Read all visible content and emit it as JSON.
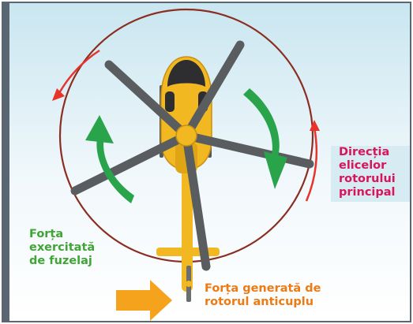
{
  "colors": {
    "frame": "#5a6672",
    "sky_top": "#c9e6f0",
    "rotor_circle": "#8b2e22",
    "rotation_arrow": "#e8332b",
    "fuselage_arrow": "#2aa44a",
    "antitorque_arrow": "#f5a21c",
    "label_rotor": "#d9145a",
    "label_fuselage": "#3fa535",
    "label_tail": "#ee7a14",
    "helicopter_body": "#f2b822",
    "rotor_blades": "#5a5d60"
  },
  "labels": {
    "rotor_direction": [
      "Direcția",
      "elicelor",
      "rotorului",
      "principal"
    ],
    "fuselage_force": [
      "Forța",
      "exercitată",
      "de fuzelaj"
    ],
    "antitorque_force": [
      "Forța generată de",
      "rotorul anticuplu"
    ]
  },
  "icons": {
    "helicopter": "helicopter-top-view-icon",
    "rotation_arrows": "curved-arrow-icon",
    "force_arrow": "right-arrow-icon"
  }
}
